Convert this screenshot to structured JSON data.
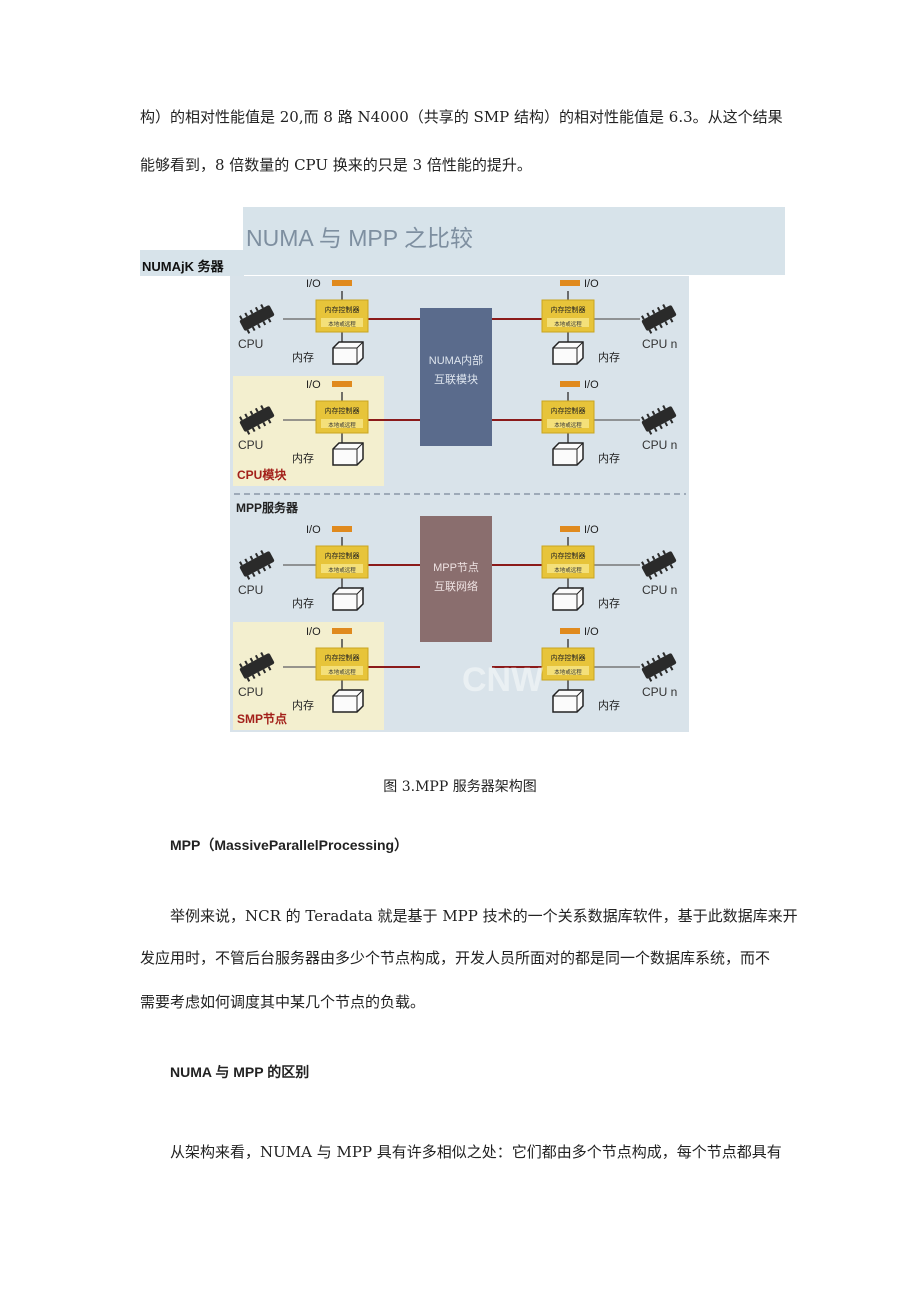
{
  "paragraph1": {
    "line1": "构）的相对性能值是 20,而 8 路 N4000（共享的 SMP 结构）的相对性能值是 6.3。从这个结果",
    "line2": "能够看到，8 倍数量的 CPU 换来的只是 3 倍性能的提升。"
  },
  "figure": {
    "title": "NUMA 与 MPP 之比较",
    "numa_label": "NUMAjK 务器",
    "mpp_label": "MPP服务器",
    "numa_interconnect": [
      "NUMA内部",
      "互联模块"
    ],
    "mpp_interconnect": [
      "MPP节点",
      "互联网络"
    ],
    "cpu_module_label": "CPU模块",
    "smp_node_label": "SMP节点",
    "cpu_left": "CPU",
    "cpu_right": "CPU n",
    "io": "I/O",
    "memory": "内存",
    "mem_controller": "内存控制器",
    "local_remote": "本地或远程",
    "watermark": "CNW",
    "caption": "图 3.MPP 服务器架构图",
    "colors": {
      "background": "#d9e3ea",
      "interconnect_numa": "#5a6b8c",
      "interconnect_mpp": "#8a6e6e",
      "controller": "#e7c43a",
      "highlight": "#f3efcf",
      "link": "#8b1a1a"
    }
  },
  "heading_mpp": "MPP（MassiveParallelProcessing）",
  "paragraph2": {
    "line1": "举例来说，NCR 的 Teradata 就是基于 MPP 技术的一个关系数据库软件，基于此数据库来开",
    "line2": "发应用时，不管后台服务器由多少个节点构成，开发人员所面对的都是同一个数据库系统，而不",
    "line3": "需要考虑如何调度其中某几个节点的负载。"
  },
  "heading_diff": "NUMA 与 MPP 的区别",
  "paragraph3": {
    "line1": "从架构来看，NUMA 与 MPP 具有许多相似之处：它们都由多个节点构成，每个节点都具有"
  }
}
